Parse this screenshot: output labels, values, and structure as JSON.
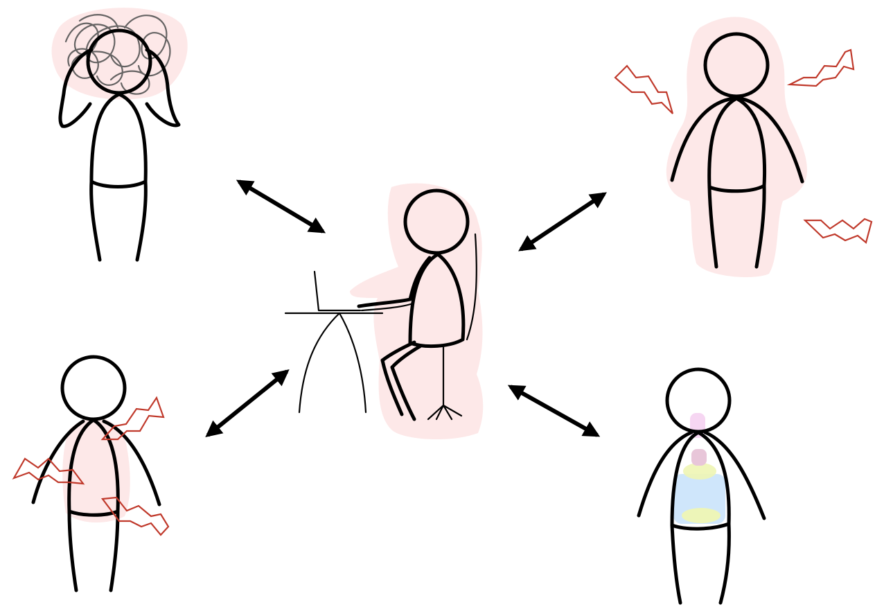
{
  "colors": {
    "ink": "#000000",
    "strain_glow": "#fde8e8",
    "lightning": "#c0392b",
    "stress_scribble": "#555555",
    "digestion_blue": "#cfe6fb",
    "digestion_yellow": "#eef5b4",
    "digestion_pink": "#f6d6f2",
    "digestion_mauve": "#e8c6d9"
  },
  "figures": [
    {
      "id": "central-seated-worker",
      "icon": "person-at-desk-icon"
    },
    {
      "id": "mental-stress",
      "icon": "tangled-thoughts-icon"
    },
    {
      "id": "body-tension",
      "icon": "lightning-pain-icon"
    },
    {
      "id": "torso-pain",
      "icon": "lightning-pain-icon"
    },
    {
      "id": "digestion",
      "icon": "digestive-tract-icon"
    }
  ],
  "arrows": [
    "bidirectional",
    "bidirectional",
    "bidirectional",
    "bidirectional"
  ]
}
